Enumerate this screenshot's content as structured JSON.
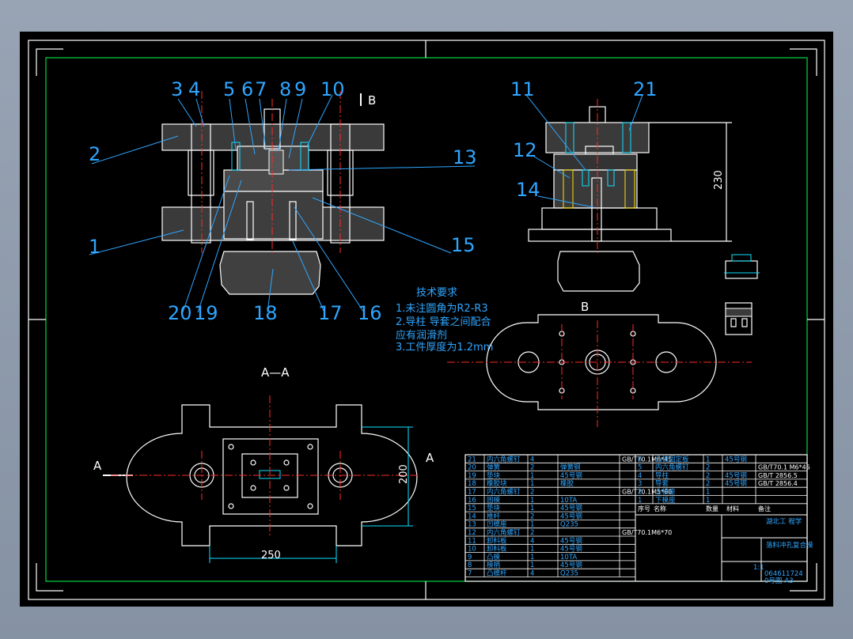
{
  "drawing": {
    "callouts": [
      "3",
      "4",
      "5",
      "6",
      "7",
      "8",
      "9",
      "10",
      "2",
      "13",
      "1",
      "15",
      "20",
      "19",
      "18",
      "17",
      "16",
      "11",
      "21",
      "12",
      "14"
    ],
    "section_mark_top": "B",
    "view_b_label": "B",
    "section_aa_title": "A—A",
    "section_a_left": "A",
    "section_a_right": "A",
    "dim_height_side": "230",
    "dim_height_plan": "200",
    "dim_width_plan": "250"
  },
  "tech_requirements": {
    "title": "技术要求",
    "lines": [
      "1.未注圆角为R2-R3",
      "2.导柱 导套之间配合",
      "应有润滑剂",
      "3.工件厚度为1.2mm"
    ]
  },
  "parts_left": [
    [
      "21",
      "内六角螺钉",
      "4",
      "",
      "GB/T70.1M6*45"
    ],
    [
      "20",
      "弹簧",
      "2",
      "弹簧钢",
      ""
    ],
    [
      "19",
      "垫块",
      "1",
      "45号钢",
      ""
    ],
    [
      "18",
      "橡胶块",
      "1",
      "橡胶",
      ""
    ],
    [
      "17",
      "内六角螺钉",
      "2",
      "",
      "GB/T70.1M5*60"
    ],
    [
      "16",
      "固模",
      "1",
      "10TA",
      ""
    ],
    [
      "15",
      "垫块",
      "1",
      "45号钢",
      ""
    ],
    [
      "14",
      "推杆",
      "2",
      "45号钢",
      ""
    ],
    [
      "13",
      "凹模座",
      "1",
      "Q235",
      ""
    ],
    [
      "12",
      "内六角螺钉",
      "2",
      "",
      "GB/T70.1M6*70"
    ],
    [
      "11",
      "卸料板",
      "4",
      "45号钢",
      ""
    ],
    [
      "10",
      "卸料板",
      "1",
      "45号钢",
      ""
    ],
    [
      "9",
      "凸模",
      "1",
      "10TA",
      ""
    ],
    [
      "8",
      "模柄",
      "1",
      "45号钢",
      ""
    ],
    [
      "7",
      "凸模杆",
      "4",
      "Q235",
      ""
    ]
  ],
  "parts_right": [
    [
      "6",
      "凸模固定板",
      "1",
      "45号钢",
      ""
    ],
    [
      "5",
      "内六角螺钉",
      "2",
      "",
      "GB/T70.1 M6*45"
    ],
    [
      "4",
      "导柱",
      "2",
      "45号钢",
      "GB/T 2856.5"
    ],
    [
      "3",
      "导套",
      "2",
      "45号钢",
      "GB/T 2856.4"
    ],
    [
      "2",
      "上模座",
      "1",
      "",
      ""
    ],
    [
      "1",
      "下模座",
      "1",
      "",
      ""
    ]
  ],
  "title_block": {
    "org": "湖北工 程学",
    "drawing_title": "落料冲孔复合模",
    "scale": "1:1",
    "drawing_number": "064611724",
    "sheet_size": "0号图-A3",
    "header_cols": [
      "序号",
      "名称",
      "数量",
      "材料",
      "备注"
    ]
  }
}
